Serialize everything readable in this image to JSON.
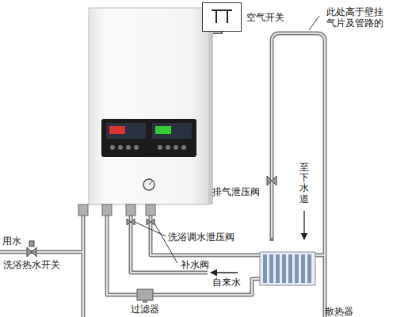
{
  "diagram": {
    "nodes": [
      {
        "text": [
          "空气开关"
        ]
      },
      {
        "text": [
          "散热器"
        ]
      },
      {
        "text": [
          "过滤器"
        ]
      }
    ],
    "labels": [
      "此处高于壁挂 气片及管路的",
      "排气泄压阀",
      "至下水道",
      "洗浴调水泄压阀",
      "补水阀",
      "自来水",
      "洗浴热水开关",
      "用水"
    ]
  }
}
